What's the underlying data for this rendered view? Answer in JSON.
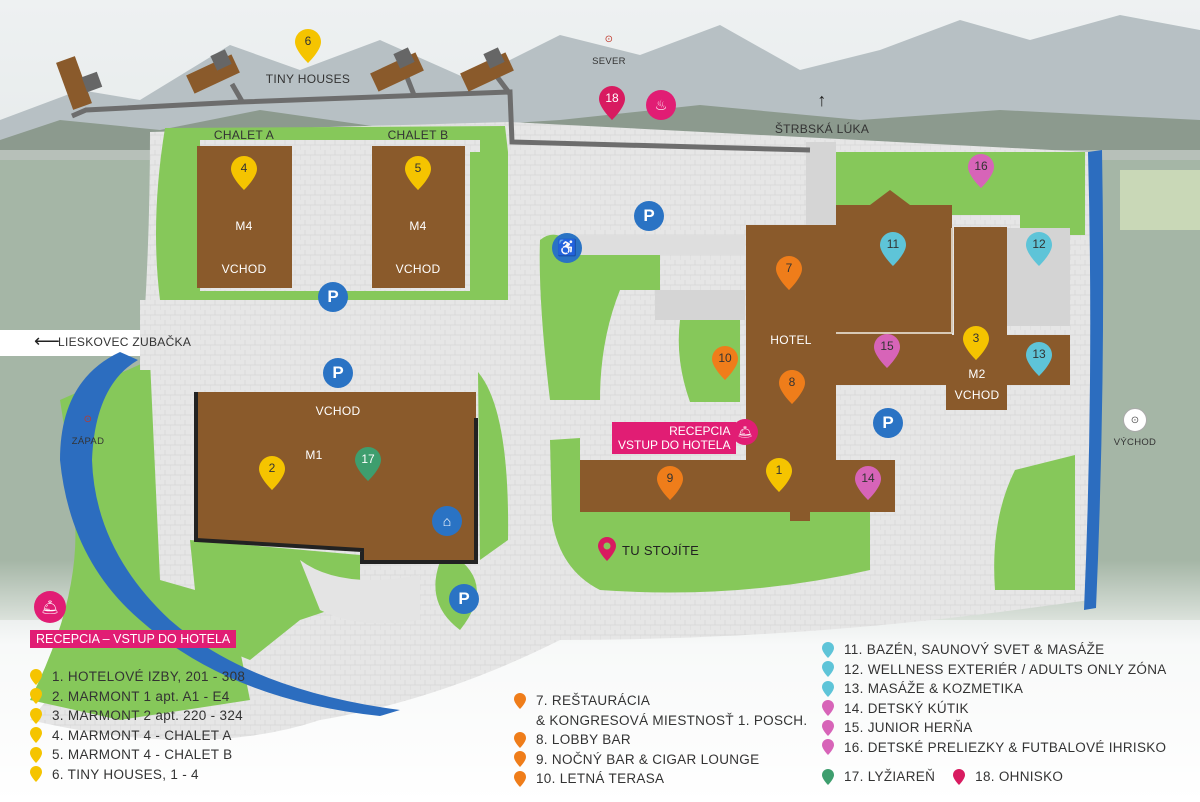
{
  "colors": {
    "yellow": "#f5c400",
    "orange": "#ef7d1a",
    "cyan": "#5ec4d8",
    "pink": "#d764b8",
    "green": "#3e9e6e",
    "red": "#d81b60",
    "building": "#8a5a2b",
    "grass": "#86c85a",
    "road": "#e4e4e4",
    "river": "#2c6dbf",
    "parking": "#2a73c4",
    "magenta": "#e11d74"
  },
  "compass": {
    "north": "SEVER",
    "west": "ZÁPAD",
    "east": "VÝCHOD"
  },
  "directions": {
    "strbska": "ŠTRBSKÁ LÚKA",
    "lieskovec": "LIESKOVEC ZUBAČKA",
    "up_arrow": "↑",
    "left_arrow": "⟵"
  },
  "buildings": {
    "tiny_houses": "TINY HOUSES",
    "chalet_a": "CHALET A",
    "chalet_b": "CHALET B",
    "m4": "M4",
    "vchod": "VCHOD",
    "m1": "M1",
    "hotel": "HOTEL",
    "m2": "M2"
  },
  "parking": "P",
  "reception_map": [
    "RECEPCIA",
    "VSTUP DO HOTELA"
  ],
  "you_are_here": "TU STOJÍTE",
  "reception_legend": "RECEPCIA – VSTUP DO HOTELA",
  "pins": [
    {
      "n": "6",
      "c": "yellow"
    },
    {
      "n": "4",
      "c": "yellow"
    },
    {
      "n": "5",
      "c": "yellow"
    },
    {
      "n": "2",
      "c": "yellow"
    },
    {
      "n": "1",
      "c": "yellow"
    },
    {
      "n": "3",
      "c": "yellow"
    },
    {
      "n": "7",
      "c": "orange"
    },
    {
      "n": "8",
      "c": "orange"
    },
    {
      "n": "9",
      "c": "orange"
    },
    {
      "n": "10",
      "c": "orange"
    },
    {
      "n": "11",
      "c": "cyan"
    },
    {
      "n": "12",
      "c": "cyan"
    },
    {
      "n": "13",
      "c": "cyan"
    },
    {
      "n": "14",
      "c": "pink"
    },
    {
      "n": "15",
      "c": "pink"
    },
    {
      "n": "16",
      "c": "pink"
    },
    {
      "n": "17",
      "c": "green"
    },
    {
      "n": "18",
      "c": "red"
    }
  ],
  "legend": {
    "col1": [
      {
        "text": "1. HOTELOVÉ IZBY, 201 - 308",
        "c": "yellow"
      },
      {
        "text": "2. MARMONT 1 apt. A1 - E4",
        "c": "yellow"
      },
      {
        "text": "3. MARMONT 2 apt. 220 - 324",
        "c": "yellow"
      },
      {
        "text": "4. MARMONT 4 - CHALET A",
        "c": "yellow"
      },
      {
        "text": "5. MARMONT 4 - CHALET B",
        "c": "yellow"
      },
      {
        "text": "6. TINY HOUSES, 1 - 4",
        "c": "yellow"
      }
    ],
    "col2": [
      {
        "text": "7. REŠTAURÁCIA",
        "c": "orange"
      },
      {
        "text": "& KONGRESOVÁ MIESTNOSŤ 1. POSCH.",
        "c": ""
      },
      {
        "text": "8. LOBBY BAR",
        "c": "orange"
      },
      {
        "text": "9. NOČNÝ BAR & CIGAR LOUNGE",
        "c": "orange"
      },
      {
        "text": "10. LETNÁ TERASA",
        "c": "orange"
      }
    ],
    "col3": [
      {
        "text": "11. BAZÉN, SAUNOVÝ SVET & MASÁŽE",
        "c": "cyan"
      },
      {
        "text": "12. WELLNESS EXTERIÉR / ADULTS ONLY ZÓNA",
        "c": "cyan"
      },
      {
        "text": "13. MASÁŽE & KOZMETIKA",
        "c": "cyan"
      },
      {
        "text": "14. DETSKÝ KÚTIK",
        "c": "pink"
      },
      {
        "text": "15. JUNIOR HERŇA",
        "c": "pink"
      },
      {
        "text": "16. DETSKÉ PRELIEZKY & FUTBALOVÉ IHRISKO",
        "c": "pink"
      }
    ],
    "col4": [
      {
        "text": "17. LYŽIAREŇ",
        "c": "green"
      },
      {
        "text": "18. OHNISKO",
        "c": "red"
      }
    ]
  }
}
